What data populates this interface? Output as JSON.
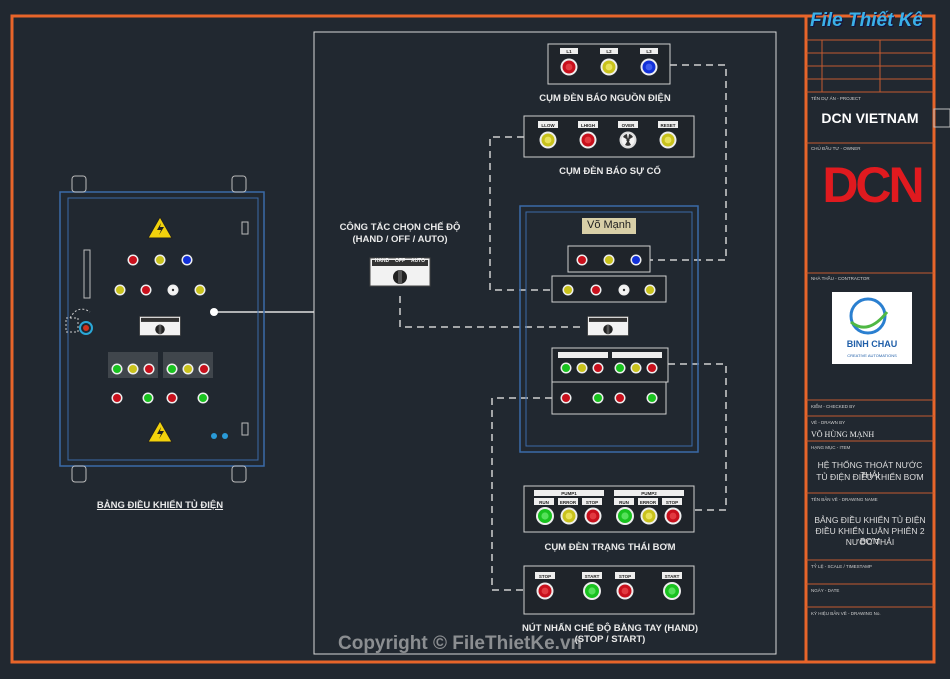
{
  "watermark": {
    "logo_text": "File Thiết Kế.vn",
    "copyright": "Copyright © FileThietKe.vn"
  },
  "left_panel": {
    "caption": "BẢNG ĐIỀU KHIỂN TỦ ĐIỆN"
  },
  "selector": {
    "caption_line1": "CÔNG TẮC CHỌN CHẾ ĐỘ",
    "caption_line2": "(HAND / OFF / AUTO)",
    "positions": [
      "HAND",
      "OFF",
      "AUTO"
    ]
  },
  "groups": {
    "power": {
      "caption": "CỤM ĐÈN BÁO NGUỒN ĐIỆN",
      "tags": [
        "L1",
        "L2",
        "L3"
      ]
    },
    "fault": {
      "caption": "CỤM ĐÈN BÁO SỰ CỐ",
      "tags": [
        "LLOW",
        "LHIGH",
        "OVER",
        "RESET"
      ]
    },
    "pump_status": {
      "caption": "CỤM ĐÈN TRẠNG THÁI BƠM",
      "pump_labels": [
        "PUMP1",
        "PUMP2"
      ],
      "tags": [
        "RUN",
        "ERROR",
        "STOP",
        "RUN",
        "ERROR",
        "STOP"
      ]
    },
    "manual": {
      "caption_line1": "NÚT NHẤN CHẾ ĐỘ BẰNG TAY (HAND)",
      "caption_line2": "(STOP / START)",
      "tags": [
        "STOP",
        "START",
        "STOP",
        "START"
      ]
    }
  },
  "door_name_tag": "Võ Mạnh",
  "title_block": {
    "company_label": "TÊN DỰ ÁN - PROJECT",
    "company": "DCN VIETNAM",
    "owner_label": "CHỦ ĐẦU TƯ - OWNER",
    "brand_logo": "DCN",
    "contractor_label": "NHÀ THẦU - CONTRACTOR",
    "partner_name": "BINH CHAU",
    "partner_tagline": "CREATIVE AUTOMATIONS",
    "checked_label": "KIỂM - CHECKED BY",
    "drawn_label": "VẼ - DRAWN BY",
    "drawn_by": "VÕ HÙNG MẠNH",
    "category_label": "HẠNG MỤC - ITEM",
    "category_line1": "HỆ THỐNG THOÁT NƯỚC THẢI",
    "category_line2": "TỦ ĐIỆN ĐIỀU KHIỂN BƠM",
    "drawing_label": "TÊN BẢN VẼ - DRAWING NAME",
    "drawing_line1": "BẢNG ĐIỀU KHIỂN TỦ ĐIỆN",
    "drawing_line2": "ĐIỀU KHIỂN LUÂN PHIÊN 2 BƠM",
    "drawing_line3": "NƯỚC THẢI",
    "scale_label": "TỶ LỆ - SCALE / TIMESTAMP",
    "date_label": "NGÀY - DATE",
    "number_label": "KÝ HIỆU BẢN VẼ - DRAWING No."
  },
  "colors": {
    "frame": "#e8652a",
    "background": "#212830",
    "lamp_red": "#c8101c",
    "lamp_yellow": "#c9c21c",
    "lamp_blue": "#1230d8",
    "lamp_green": "#19c21f",
    "brand_red": "#e01a1f"
  }
}
